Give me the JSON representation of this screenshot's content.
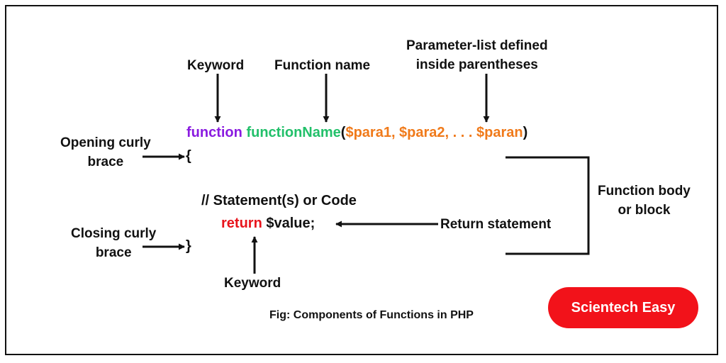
{
  "labels": {
    "keyword_top": "Keyword",
    "function_name": "Function name",
    "param_list_line1": "Parameter-list defined",
    "param_list_line2": "inside parentheses",
    "opening_brace_line1": "Opening curly",
    "opening_brace_line2": "brace",
    "closing_brace_line1": "Closing curly",
    "closing_brace_line2": "brace",
    "function_body_line1": "Function body",
    "function_body_line2": "or block",
    "return_statement": "Return statement",
    "keyword_bottom": "Keyword"
  },
  "code": {
    "kw_function": "function",
    "fn_name": "functionName",
    "open_paren": "(",
    "params": "$para1, $para2, . . . $paran",
    "close_paren": ")",
    "open_brace": "{",
    "comment": "// Statement(s) or Code",
    "kw_return": "return",
    "return_value": "$value;",
    "close_brace": "}"
  },
  "caption": "Fig: Components of Functions in PHP",
  "badge": "Scientech Easy",
  "colors": {
    "keyword": "#8a1be0",
    "function_name": "#22c06a",
    "params": "#f07a1a",
    "return_keyword": "#e8141c",
    "text": "#111111",
    "badge": "#f2121a"
  }
}
